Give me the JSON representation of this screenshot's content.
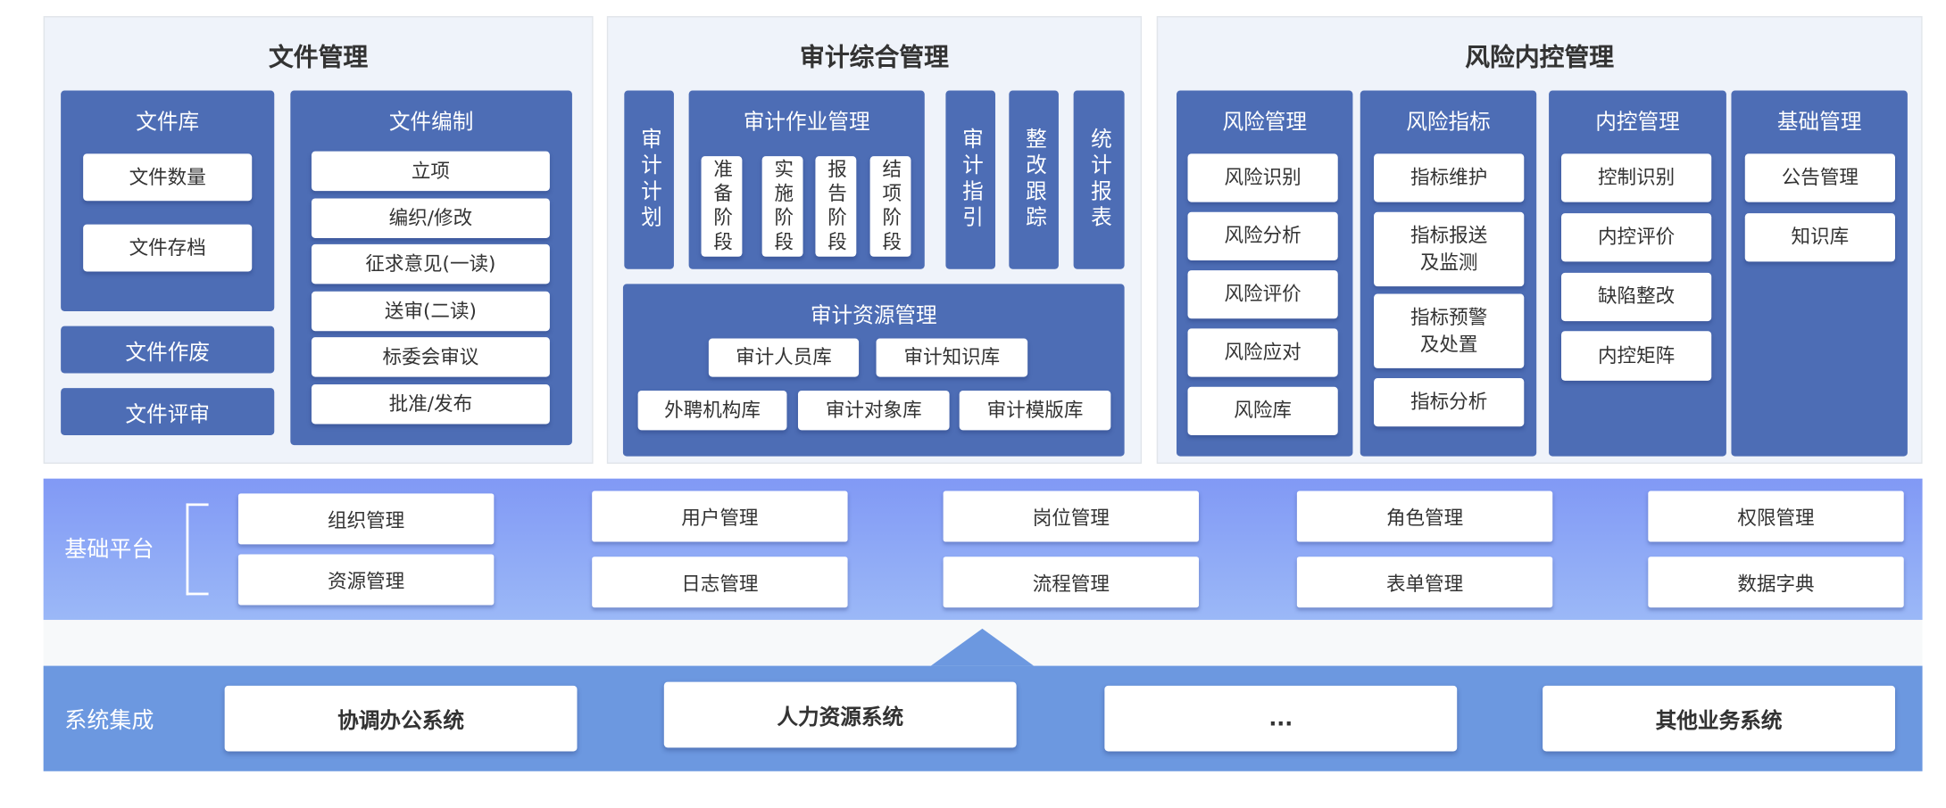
{
  "file_mgmt": {
    "title": "文件管理",
    "library": {
      "title": "文件库",
      "items": [
        "文件数量",
        "文件存档"
      ]
    },
    "void": "文件作废",
    "review": "文件评审",
    "compile": {
      "title": "文件编制",
      "items": [
        "立项",
        "编织/修改",
        "征求意见(一读)",
        "送审(二读)",
        "标委会审议",
        "批准/发布"
      ]
    }
  },
  "audit_mgmt": {
    "title": "审计综合管理",
    "plan": "审计计划",
    "work": {
      "title": "审计作业管理",
      "items": [
        "准备阶段",
        "实施阶段",
        "报告阶段",
        "结项阶段"
      ]
    },
    "guide": "审计指引",
    "rectify": "整改跟踪",
    "report": "统计报表",
    "resource": {
      "title": "审计资源管理",
      "items": [
        "审计人员库",
        "审计知识库",
        "外聘机构库",
        "审计对象库",
        "审计模版库"
      ]
    }
  },
  "risk_mgmt": {
    "title": "风险内控管理",
    "columns": [
      {
        "title": "风险管理",
        "items": [
          "风险识别",
          "风险分析",
          "风险评价",
          "风险应对",
          "风险库"
        ]
      },
      {
        "title": "风险指标",
        "items": [
          "指标维护",
          "指标报送\n及监测",
          "指标预警\n及处置",
          "指标分析"
        ]
      },
      {
        "title": "内控管理",
        "items": [
          "控制识别",
          "内控评价",
          "缺陷整改",
          "内控矩阵"
        ]
      },
      {
        "title": "基础管理",
        "items": [
          "公告管理",
          "知识库"
        ]
      }
    ]
  },
  "platform": {
    "label": "基础平台",
    "items": [
      "组织管理",
      "用户管理",
      "岗位管理",
      "角色管理",
      "权限管理",
      "资源管理",
      "日志管理",
      "流程管理",
      "表单管理",
      "数据字典"
    ]
  },
  "integration": {
    "label": "系统集成",
    "items": [
      "协调办公系统",
      "人力资源系统",
      "...",
      "其他业务系统"
    ]
  },
  "colors": {
    "module_blue": "#4d6db5",
    "panel_bg": "#eff3fa",
    "platform_top": "#8199f5",
    "platform_bottom": "#9bb8f7",
    "integration": "#6c98e0"
  }
}
